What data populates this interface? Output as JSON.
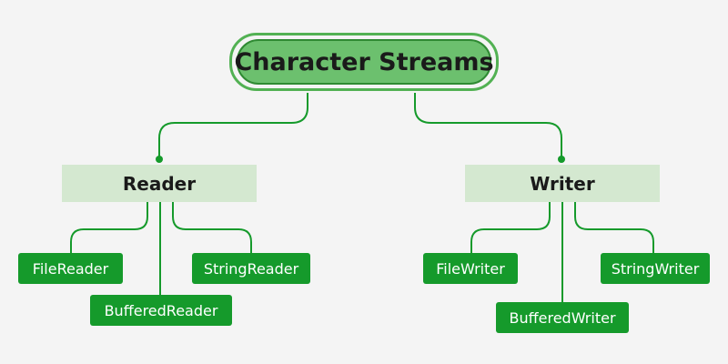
{
  "diagram": {
    "root": {
      "label": "Character Streams"
    },
    "branches": [
      {
        "label": "Reader",
        "children": [
          "FileReader",
          "BufferedReader",
          "StringReader"
        ]
      },
      {
        "label": "Writer",
        "children": [
          "FileWriter",
          "BufferedWriter",
          "StringWriter"
        ]
      }
    ],
    "colors": {
      "background": "#f4f4f4",
      "root_fill": "#6cc06e",
      "root_border": "#2f8a33",
      "branch_fill": "#d4e8d0",
      "leaf_fill": "#159a2b",
      "connector": "#159a2b"
    }
  }
}
